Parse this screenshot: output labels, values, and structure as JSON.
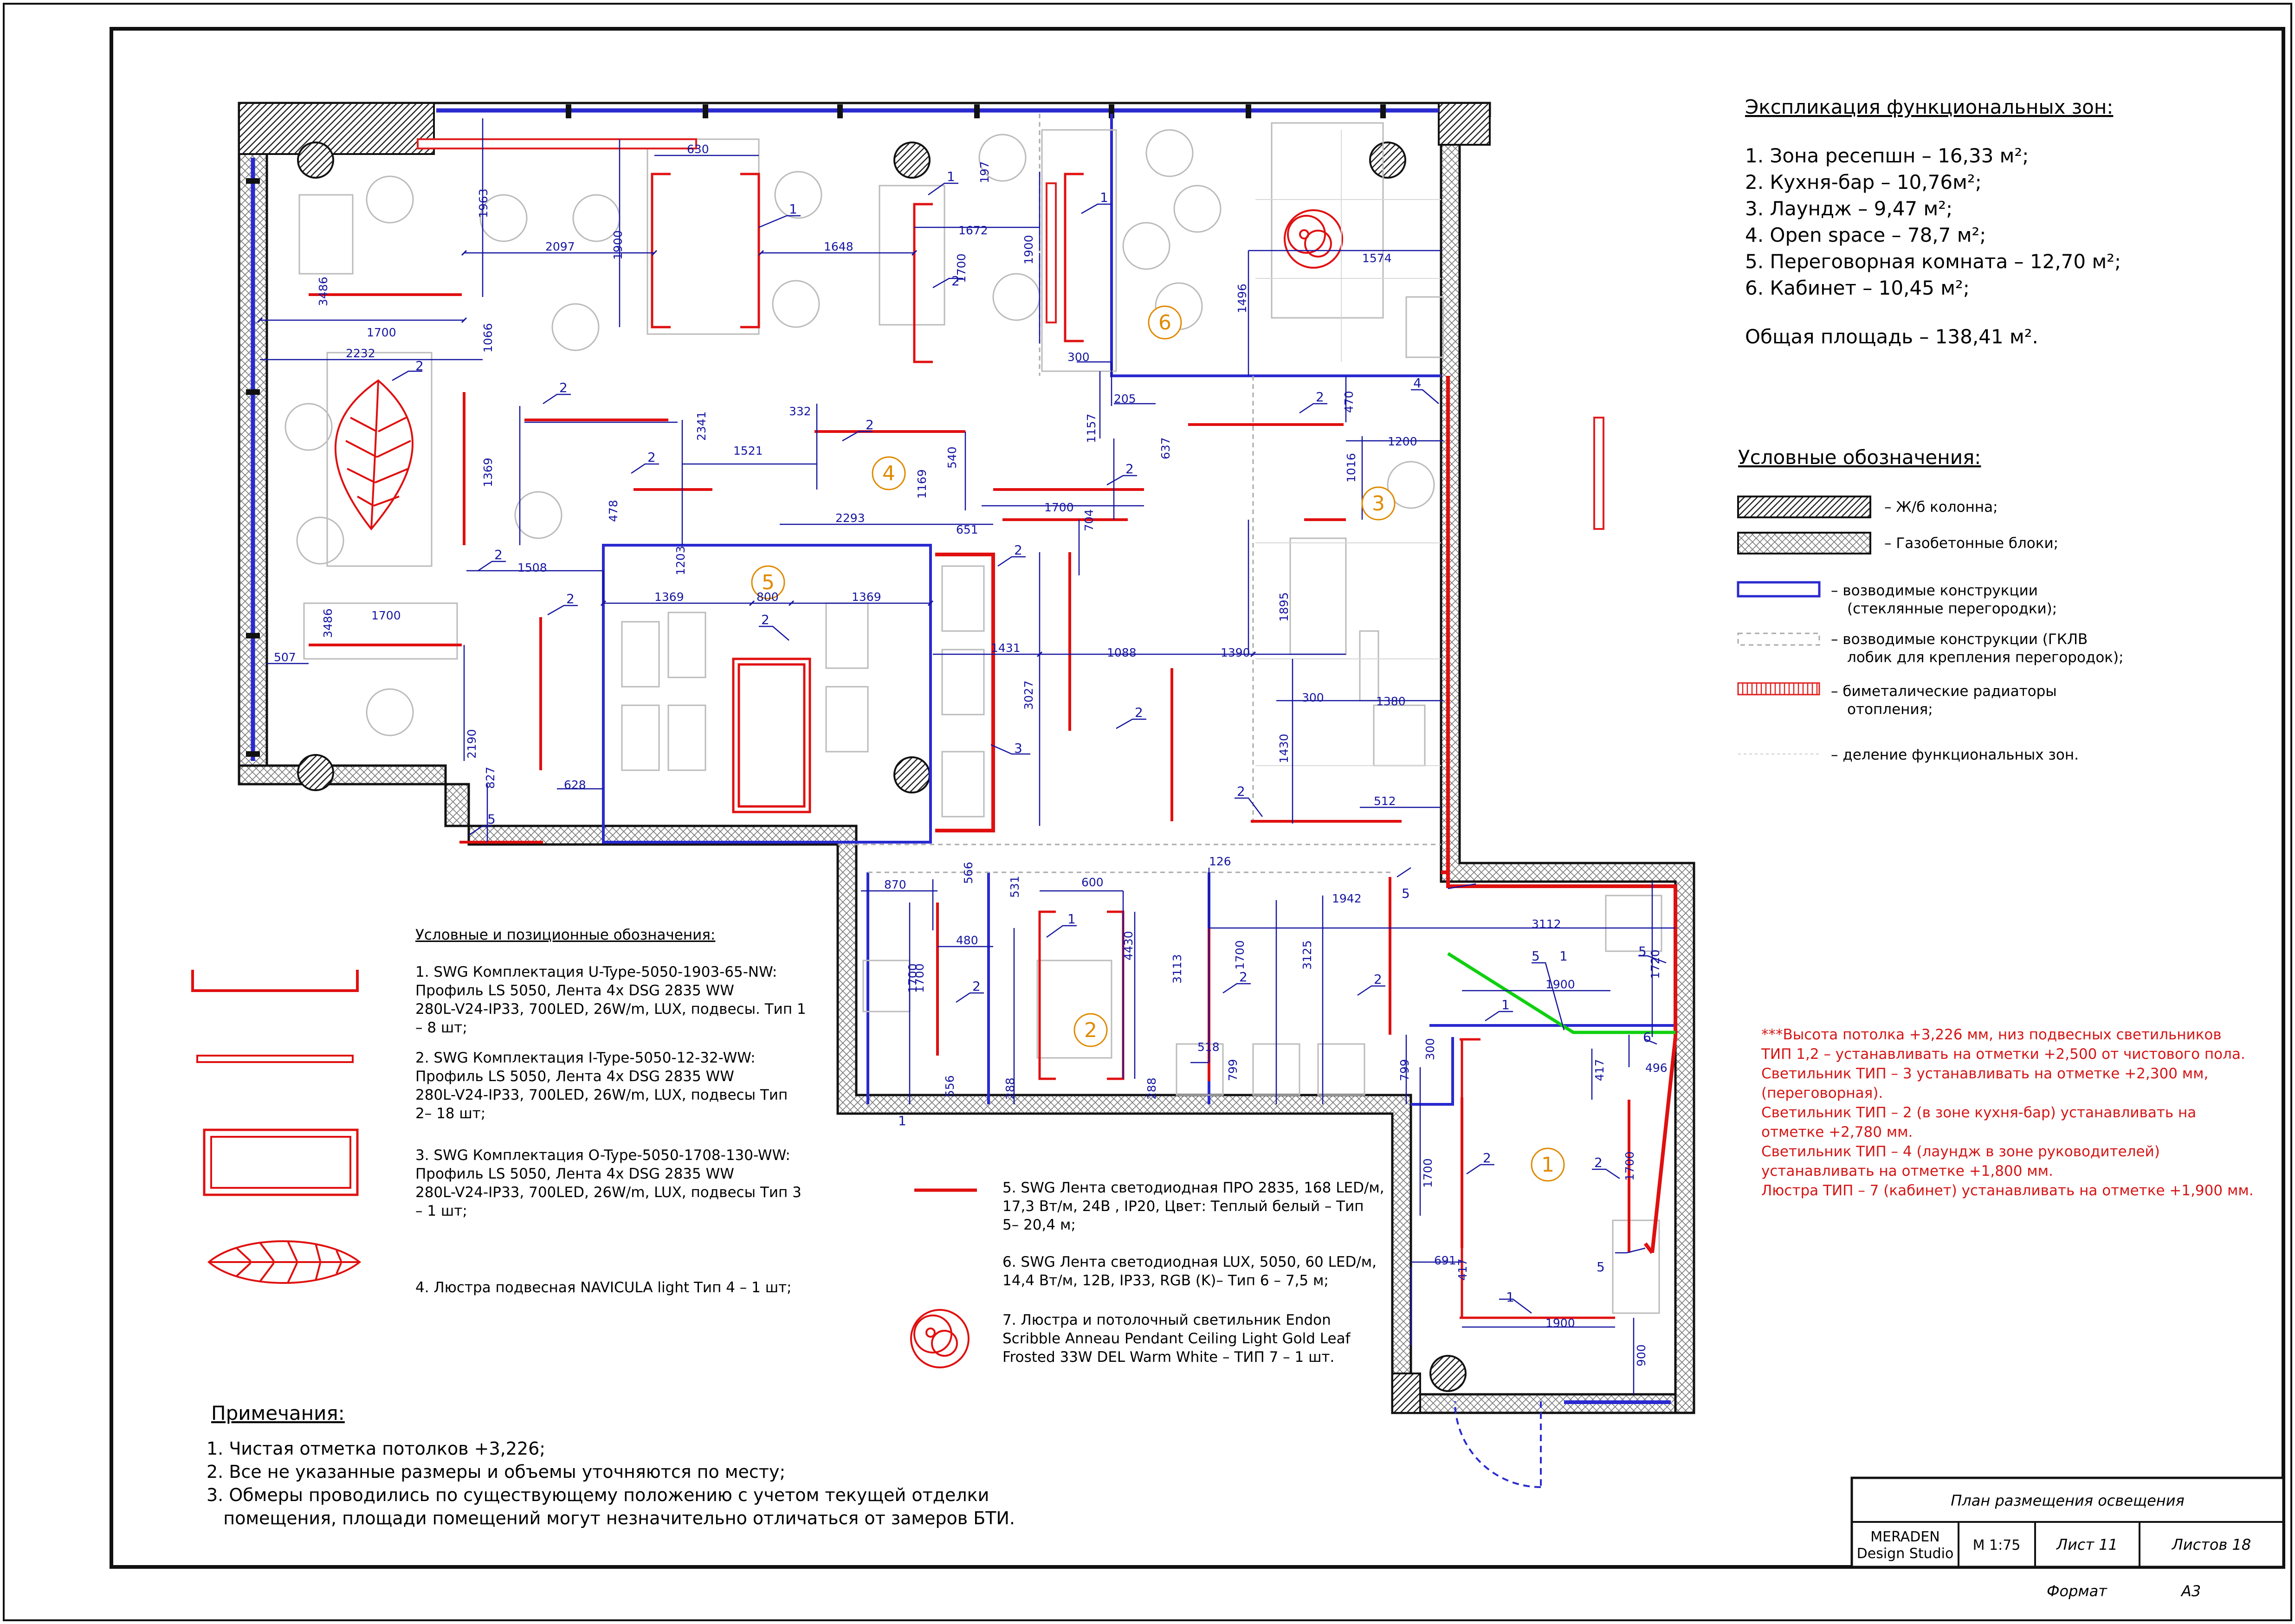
{
  "colors": {
    "frame": "#111111",
    "glass": "#2a2ad0",
    "heater": "#e02020",
    "led_red": "#e01010",
    "rgb_green": "#10d010",
    "dim": "#1515a0",
    "zone": "#e08a00",
    "note": "#d51515"
  },
  "explication": {
    "title": "Экспликация функциональных зон:",
    "zones": [
      "1. Зона ресепшн – 16,33 м²;",
      "2. Кухня-бар – 10,76м²;",
      "3. Лаундж – 9,47 м²;",
      "4. Open space – 78,7 м²;",
      "5. Переговорная комната – 12,70 м²;",
      "6. Кабинет – 10,45 м²;"
    ],
    "total": "Общая площадь – 138,41 м²."
  },
  "legend": {
    "title": "Условные обозначения:",
    "column": "– Ж/б колонна;",
    "blocks": "– Газобетонные блоки;",
    "glass_1": "– возводимые конструкции",
    "glass_2": "(стеклянные перегородки);",
    "gkl_1": "– возводимые конструкции (ГКЛВ",
    "gkl_2": "лобик для крепления перегородок);",
    "radiator_1": "– биметалические радиаторы",
    "radiator_2": "отопления;",
    "zone_div": "– деление функциональных зон."
  },
  "positions": {
    "title": "Условные и позиционные обозначения:",
    "item1": [
      "1. SWG Комплектация U-Type-5050-1903-65-NW:",
      "Профиль LS 5050, Лента 4х DSG 2835 WW",
      "280L-V24-IP33, 700LED, 26W/m, LUX, подвесы. Тип 1",
      "– 8 шт;"
    ],
    "item2": [
      "2. SWG Комплектация I-Type-5050-12-32-WW:",
      "Профиль LS 5050, Лента 4х DSG 2835 WW",
      "280L-V24-IP33, 700LED, 26W/m, LUX, подвесы Тип",
      "2– 18 шт;"
    ],
    "item3": [
      "3. SWG Комплектация O-Type-5050-1708-130-WW:",
      "Профиль LS 5050, Лента 4х DSG 2835 WW",
      "280L-V24-IP33, 700LED, 26W/m, LUX, подвесы Тип 3",
      "– 1 шт;"
    ],
    "item4": "4. Люстра подвесная NAVICULA  light Тип 4 – 1 шт;",
    "item5": [
      "5. SWG Лента светодиодная ПРО 2835, 168 LED/м,",
      "17,3 Вт/м, 24В , IP20, Цвет: Теплый белый  – Тип",
      "5– 20,4 м;"
    ],
    "item6": [
      "6. SWG Лента светодиодная LUX, 5050, 60 LED/м,",
      "14,4 Вт/м, 12В, IP33, RGB (K)– Тип 6 – 7,5 м;"
    ],
    "item7": [
      "7. Люстра и потолочный светильник Endon",
      "Scribble Anneau Pendant Ceiling Light Gold Leaf",
      "Frosted 33W DEL Warm White – ТИП 7 – 1 шт."
    ]
  },
  "notes": {
    "title": "Примечания:",
    "lines": [
      "1. Чистая отметка потолков +3,226;",
      "2. Все не указанные размеры и объемы уточняются по месту;",
      "3. Обмеры проводились по существующему положению с учетом текущей отделки",
      "   помещения, площади помещений могут незначительно отличаться от замеров БТИ."
    ]
  },
  "red_notes": [
    "***Высота потолка +3,226 мм, низ подвесных светильников",
    "ТИП 1,2 –  устанавливать на отметки +2,500 от чистового пола.",
    "Светильник ТИП – 3 устанавливать на отметке +2,300 мм,",
    "(переговорная).",
    "Светильник ТИП – 2 (в зоне кухня-бар) устанавливать на",
    "отметке +2,780 мм.",
    "Светильник ТИП – 4 (лаундж в зоне руководителей)",
    "устанавливать на отметке +1,800 мм.",
    "Люстра ТИП – 7 (кабинет) устанавливать на отметке +1,900 мм."
  ],
  "stamp": {
    "title": "План размещения освещения",
    "brand_1": "MERADEN",
    "brand_2": "Design Studio",
    "scale": "М 1:75",
    "sheet": "Лист 11",
    "sheets": "Листов 18",
    "format_label": "Формат",
    "format_value": "А3"
  },
  "plan": {
    "zones": [
      "1",
      "2",
      "3",
      "4",
      "5",
      "6"
    ],
    "dims": [
      "1963",
      "2097",
      "1066",
      "2232",
      "1700",
      "3486",
      "1900",
      "630",
      "1648",
      "1672",
      "1700",
      "1900",
      "197",
      "300",
      "205",
      "1574",
      "1496",
      "1369",
      "2341",
      "1521",
      "332",
      "2293",
      "1169",
      "651",
      "540",
      "1700",
      "1157",
      "637",
      "704",
      "470",
      "1200",
      "1016",
      "478",
      "1508",
      "1700",
      "1369",
      "1203",
      "800",
      "1369",
      "3486",
      "507",
      "2190",
      "827",
      "628",
      "1431",
      "3027",
      "1088",
      "1390",
      "1895",
      "300",
      "1380",
      "1430",
      "512",
      "1700",
      "870",
      "566",
      "531",
      "600",
      "4430",
      "480",
      "1700",
      "556",
      "288",
      "3113",
      "288",
      "518",
      "126",
      "1942",
      "1700",
      "3125",
      "799",
      "3112",
      "1900",
      "300",
      "799",
      "417",
      "496",
      "1720",
      "1700",
      "1700",
      "691",
      "417",
      "1900",
      "900"
    ],
    "tags": [
      "1",
      "1",
      "1",
      "1",
      "1",
      "1",
      "1",
      "1",
      "2",
      "2",
      "2",
      "2",
      "2",
      "2",
      "2",
      "2",
      "2",
      "2",
      "2",
      "2",
      "2",
      "2",
      "2",
      "2",
      "2",
      "2",
      "3",
      "4",
      "5",
      "5",
      "5",
      "5",
      "5",
      "6",
      "6",
      "6"
    ]
  }
}
